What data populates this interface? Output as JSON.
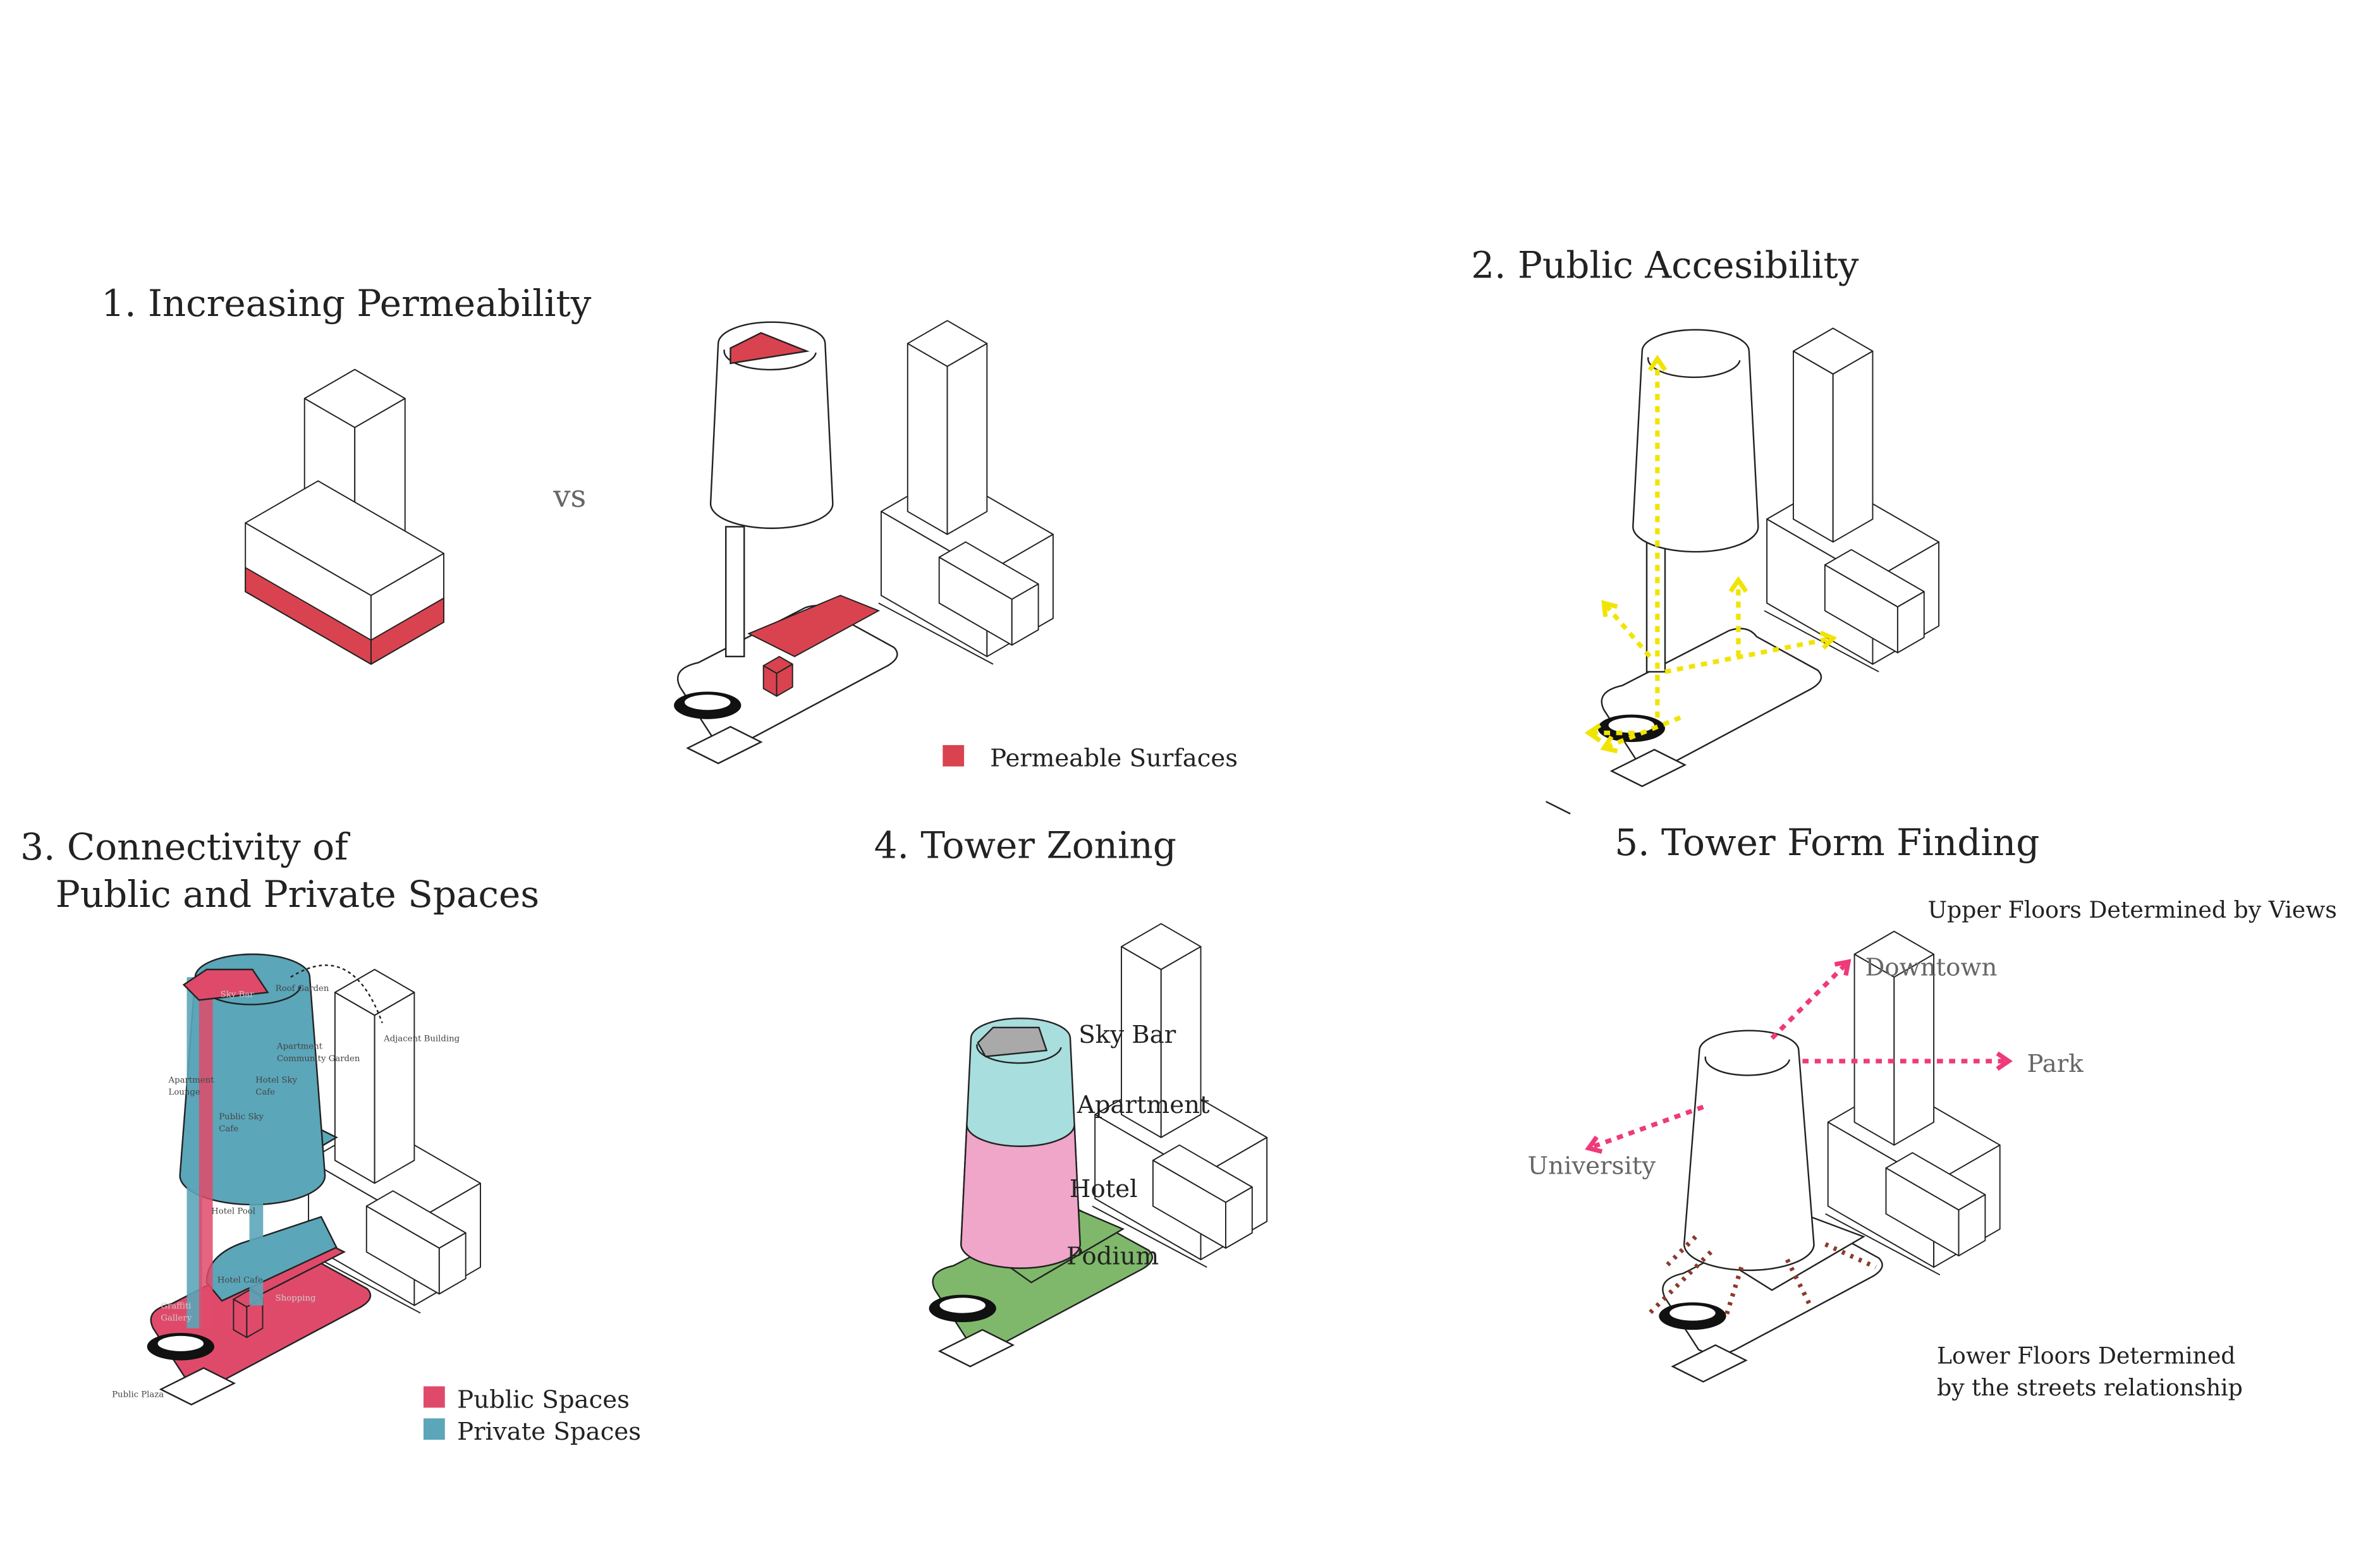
{
  "colors": {
    "permeable": "#d9434f",
    "public": "#e04a6a",
    "private": "#5ba6b9",
    "apartment": "#a8dedd",
    "hotel": "#f0a6c8",
    "podium": "#7fb86b",
    "skybar": "#a9a9a9",
    "accessibility_arrows": "#f0e400",
    "view_arrows": "#ee3a7a",
    "street_arrows": "#8b3a2a"
  },
  "panel1": {
    "title": "1. Increasing Permeability",
    "vs": "vs",
    "legend": "Permeable Surfaces"
  },
  "panel2": {
    "title": "2. Public Accesibility"
  },
  "panel3": {
    "title_line1": "3. Connectivity of",
    "title_line2": "Public and Private Spaces",
    "labels": [
      "Sky Bar",
      "Roof Garden",
      "Adjacent Building",
      "Apartment",
      "Community Garden",
      "Apartment",
      "Lounge",
      "Hotel Sky",
      "Cafe",
      "Public Sky",
      "Cafe",
      "Hotel Pool",
      "Hotel Cafe",
      "Shopping",
      "Graffiti",
      "Gallery",
      "Public Plaza"
    ],
    "legend": [
      "Public Spaces",
      "Private Spaces"
    ]
  },
  "panel4": {
    "title": "4. Tower Zoning",
    "zones": [
      "Sky Bar",
      "Apartment",
      "Hotel",
      "Podium"
    ]
  },
  "panel5": {
    "title": "5. Tower Form Finding",
    "upper_note": "Upper Floors Determined by Views",
    "views": [
      "Downtown",
      "Park",
      "University"
    ],
    "lower_note_line1": "Lower Floors Determined",
    "lower_note_line2": "by the streets relationship"
  }
}
